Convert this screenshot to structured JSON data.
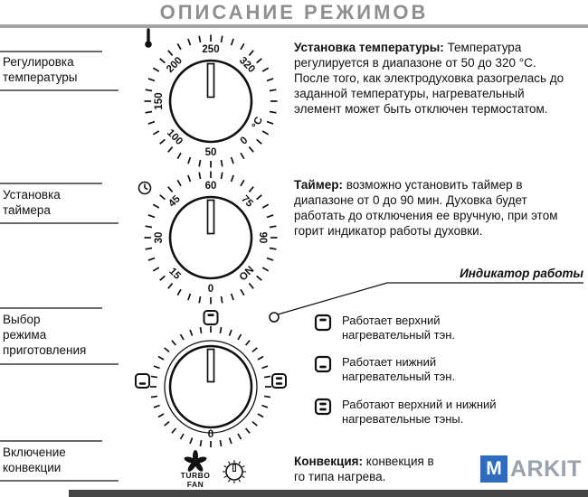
{
  "title": "ОПИСАНИЕ РЕЖИМОВ",
  "left_labels": {
    "temperature": {
      "lines": [
        "Регулировка",
        "температуры"
      ]
    },
    "timer": {
      "lines": [
        "Установка",
        "таймера"
      ]
    },
    "mode": {
      "lines": [
        "Выбор",
        "режима",
        "приготовления"
      ]
    },
    "convection": {
      "lines": [
        "Включение",
        "конвекции"
      ]
    }
  },
  "dials": {
    "temperature": {
      "icon": "thermometer-icon",
      "labels": [
        "250",
        "320",
        "°C",
        "0",
        "50",
        "100",
        "150",
        "200"
      ]
    },
    "timer": {
      "icon": "clock-icon",
      "labels": [
        "60",
        "75",
        "90",
        "ON",
        "0",
        "15",
        "30",
        "45"
      ]
    },
    "mode": {
      "zero_label": "0",
      "icons": [
        "upper-element-icon",
        "lower-element-icon",
        "both-elements-icon"
      ]
    }
  },
  "sections": {
    "temperature": {
      "heading": "Установка температуры:",
      "body": "Температура регулируется в диапазоне от 50 до 320 °C. После того, как электродуховка разогрелась до заданной температуры, нагревательный элемент может быть отключен термостатом."
    },
    "timer": {
      "heading": "Таймер:",
      "body": "возможно установить таймер в диапазоне от 0 до 90 мин. Духовка будет работать до отключения ее вручную, при этом горит индикатор работы духовки."
    },
    "indicator": {
      "label": "Индикатор работы"
    },
    "legend": [
      {
        "icon": "upper-element-icon",
        "text": "Работает верхний нагревательный тэн."
      },
      {
        "icon": "lower-element-icon",
        "text": "Работает нижний нагревательный тэн."
      },
      {
        "icon": "both-elements-icon",
        "text": "Работают верхний и нижний нагревательные тэны."
      }
    ],
    "convection": {
      "heading": "Конвекция:",
      "body_line1": "конвекция в",
      "body_line2": "го типа нагрева."
    }
  },
  "turbo_fan": {
    "label_top": "TURBO",
    "label_bottom": "FAN"
  },
  "watermark": {
    "letter": "M",
    "text": "ARKIT",
    "box_color": "#2e6cc0",
    "text_color": "#9aa3ad"
  },
  "colors": {
    "title_gray": "#8f8f8f",
    "ink": "#111111",
    "footer_bar": "#454545"
  }
}
